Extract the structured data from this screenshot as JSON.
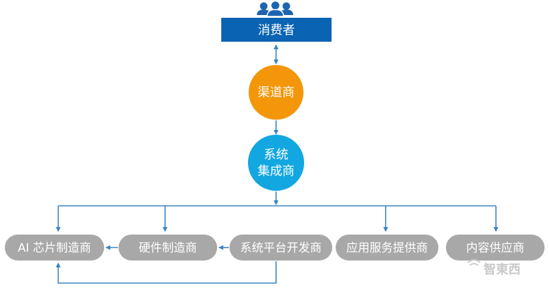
{
  "nodes": {
    "consumer": "消费者",
    "channel": "渠道商",
    "integrator_line1": "系统",
    "integrator_line2": "集成商",
    "ai_chip": "AI 芯片制造商",
    "hardware": "硬件制造商",
    "platform": "系统平台开发商",
    "app_service": "应用服务提供商",
    "content": "内容供应商"
  },
  "watermark": "智東西",
  "colors": {
    "consumer_bg": "#0b63b3",
    "channel_bg": "#f3960a",
    "integrator_bg": "#13a7e1",
    "pill_bg": "#a8a8a8",
    "connector": "#3a83c2",
    "users_icon": "#1c64b0"
  },
  "icons": {
    "users": "users-group-icon"
  }
}
